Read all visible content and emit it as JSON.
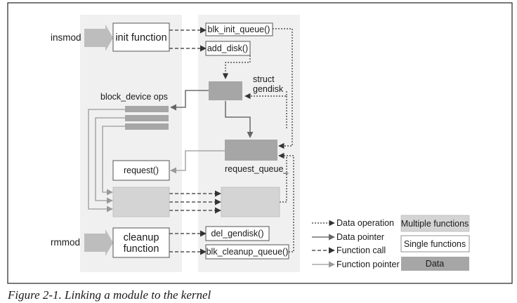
{
  "labels": {
    "insmod": "insmod",
    "rmmod": "rmmod",
    "init_function": "init function",
    "cleanup_function_line1": "cleanup",
    "cleanup_function_line2": "function",
    "blk_init_queue": "blk_init_queue()",
    "add_disk": "add_disk()",
    "struct_gendisk_line1": "struct",
    "struct_gendisk_line2": "gendisk",
    "block_device_ops": "block_device ops",
    "request_fn": "request()",
    "request_queue": "request_queue_",
    "del_gendisk": "del_gendisk()",
    "blk_cleanup_queue": "blk_cleanup_queue()"
  },
  "legend": {
    "data_operation": "Data operation",
    "data_pointer": "Data pointer",
    "function_call": "Function call",
    "function_pointer": "Function pointer",
    "multiple_functions": "Multiple functions",
    "single_functions": "Single functions",
    "data": "Data"
  },
  "caption": "Figure 2-1. Linking a module to the kernel",
  "colors": {
    "panel": "#f0f0f0",
    "data_block": "#a6a6a6",
    "multiple_functions": "#d4d4d4",
    "light_line": "#9a9a9a",
    "dark_line": "#333333"
  }
}
